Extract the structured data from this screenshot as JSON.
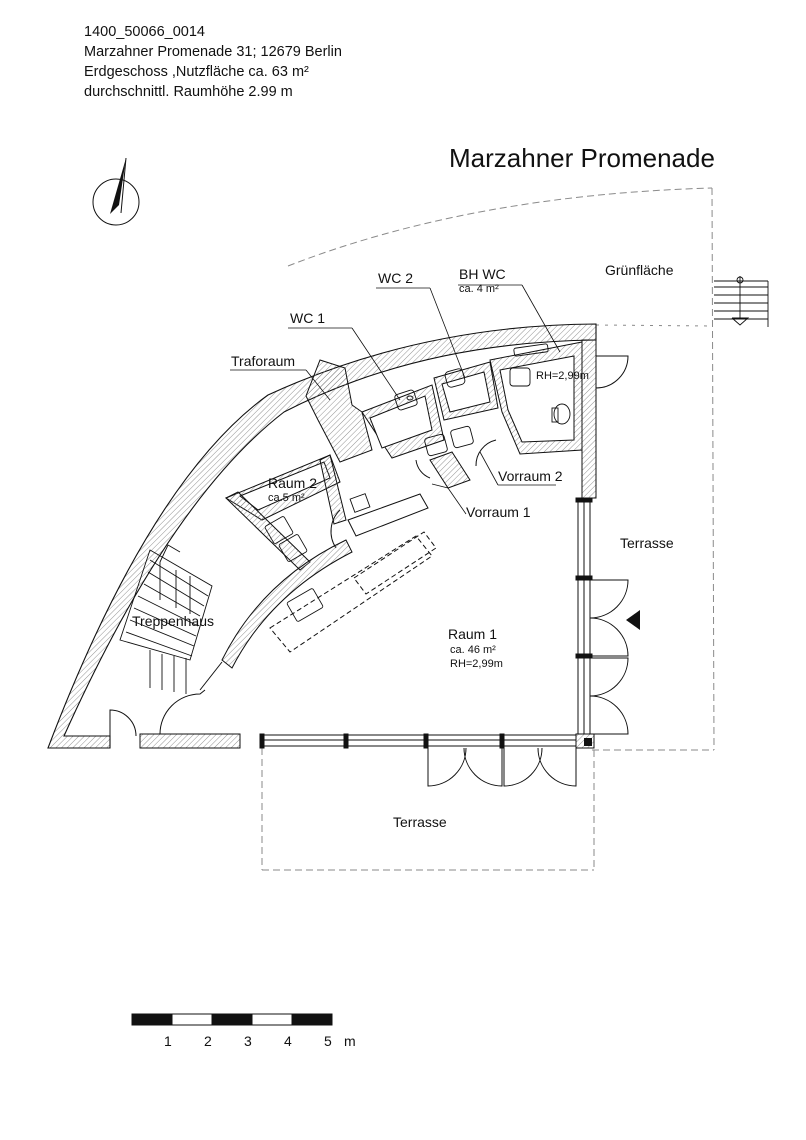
{
  "header": {
    "plan_id": "1400_50066_0014",
    "address": "Marzahner Promenade 31; 12679 Berlin",
    "floor_area": "Erdgeschoss ,Nutzfläche ca. 63  m²",
    "room_height": "durchschnittl. Raumhöhe 2.99 m"
  },
  "street_name": "Marzahner Promenade",
  "rooms": {
    "gruenflaeche": "Grünfläche",
    "wc2": "WC 2",
    "bhwc": "BH WC",
    "bhwc_area": "ca. 4 m²",
    "wc1": "WC 1",
    "traforaum": "Traforaum",
    "rh_small": "RH=2,99m",
    "raum2": "Raum 2",
    "raum2_area": "ca.5 m²",
    "vorraum2": "Vorraum 2",
    "vorraum1": "Vorraum 1",
    "terrasse_right": "Terrasse",
    "treppenhaus": "Treppenhaus",
    "raum1": "Raum 1",
    "raum1_area": "ca. 46 m²",
    "raum1_rh": "RH=2,99m",
    "terrasse_bottom": "Terrasse"
  },
  "scale_bar": {
    "labels": [
      "1",
      "2",
      "3",
      "4",
      "5"
    ],
    "unit": "m"
  },
  "icons": {
    "north_arrow": "north-arrow-icon",
    "entrance": "entrance-triangle-icon"
  },
  "colors": {
    "line": "#111111",
    "hatch": "#777777",
    "dashed": "#8a8a8a"
  }
}
